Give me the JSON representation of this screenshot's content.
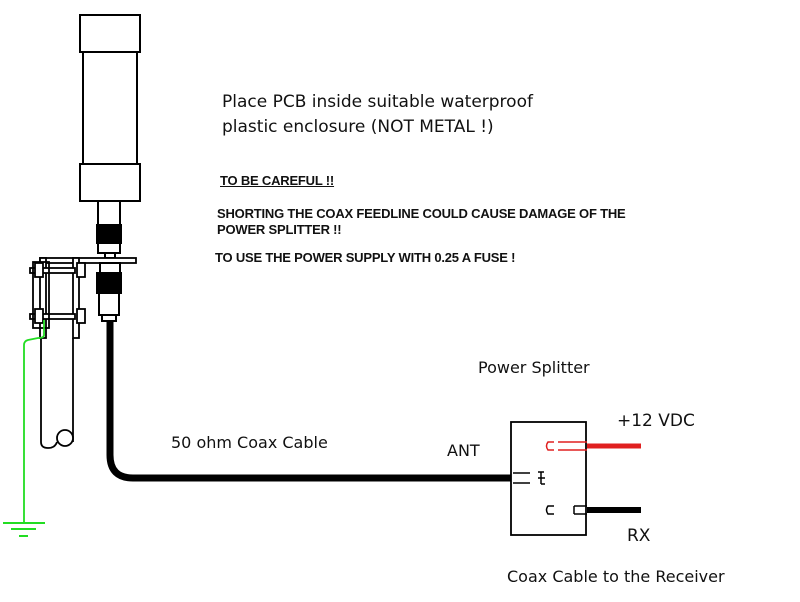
{
  "enclosure_note": {
    "line1": "Place PCB inside suitable waterproof",
    "line2": "plastic enclosure (NOT METAL !)"
  },
  "warnings": {
    "heading": "TO BE CAREFUL !!",
    "line1": "SHORTING THE COAX FEEDLINE COULD CAUSE DAMAGE OF THE",
    "line2": "POWER SPLITTER !!",
    "line3": "TO USE THE POWER SUPPLY WITH 0.25 A FUSE !"
  },
  "labels": {
    "coax_cable": "50 ohm Coax Cable",
    "ant": "ANT",
    "power_splitter": "Power Splitter",
    "vdc": "+12 VDC",
    "rx": "RX",
    "receiver_cable": "Coax Cable to the Receiver"
  },
  "colors": {
    "line": "#000000",
    "ground_wire": "#22dd22",
    "dc_wire": "#e02020"
  }
}
